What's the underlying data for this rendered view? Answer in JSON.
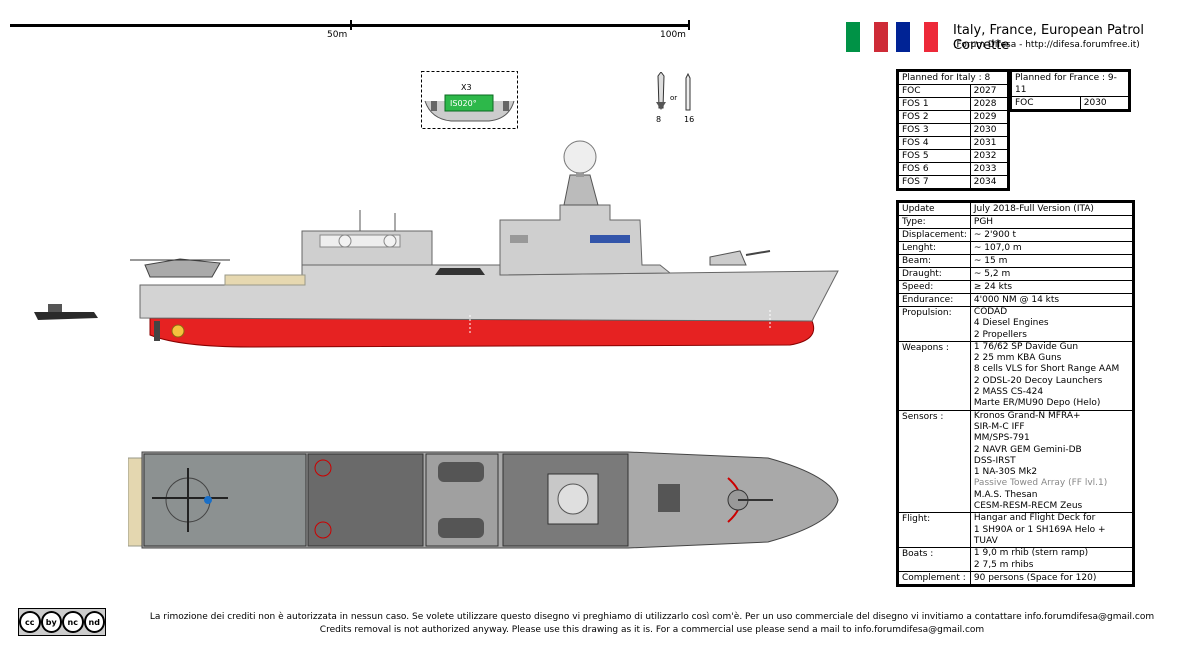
{
  "scale": {
    "mark_50": "50m",
    "mark_100": "100m"
  },
  "header": {
    "title": "Italy, France, European Patrol Corvette",
    "subtitle": "(Forum Difesa - http://difesa.forumfree.it)",
    "flag_colors": [
      "#009246",
      "#ffffff",
      "#ce2b37",
      "#002395",
      "#ffffff",
      "#ed2939"
    ]
  },
  "inset": {
    "label_x3": "X3",
    "label_box": "IS020°"
  },
  "missiles": {
    "or_label": "or",
    "count_a": "8",
    "count_b": "16"
  },
  "italy_plan": {
    "header": "Planned for Italy : 8",
    "rows": [
      {
        "ship": "FOC",
        "year": "2027"
      },
      {
        "ship": "FOS 1",
        "year": "2028"
      },
      {
        "ship": "FOS 2",
        "year": "2029"
      },
      {
        "ship": "FOS 3",
        "year": "2030"
      },
      {
        "ship": "FOS 4",
        "year": "2031"
      },
      {
        "ship": "FOS 5",
        "year": "2032"
      },
      {
        "ship": "FOS 6",
        "year": "2033"
      },
      {
        "ship": "FOS 7",
        "year": "2034"
      }
    ]
  },
  "france_plan": {
    "header": "Planned for France : 9-11",
    "rows": [
      {
        "ship": "FOC",
        "year": "2030"
      }
    ]
  },
  "specs": {
    "update_k": "Update",
    "update_v": "July 2018-Full Version (ITA)",
    "type_k": "Type:",
    "type_v": "PGH",
    "disp_k": "Displacement:",
    "disp_v": "~ 2'900 t",
    "length_k": "Lenght:",
    "length_v": "~ 107,0 m",
    "beam_k": "Beam:",
    "beam_v": "~ 15 m",
    "draught_k": "Draught:",
    "draught_v": "~ 5,2 m",
    "speed_k": "Speed:",
    "speed_v": "≥ 24 kts",
    "endurance_k": "Endurance:",
    "endurance_v": "4'000 NM @ 14 kts",
    "propulsion_k": "Propulsion:",
    "propulsion_v": [
      "CODAD",
      "4 Diesel Engines",
      "2 Propellers"
    ],
    "weapons_k": "Weapons :",
    "weapons_v": [
      "1 76/62 SP Davide Gun",
      "2 25 mm KBA Guns",
      "8 cells VLS for Short Range AAM",
      "2 ODSL-20 Decoy Launchers",
      "2 MASS CS-424",
      "Marte ER/MU90 Depo (Helo)"
    ],
    "sensors_k": "Sensors :",
    "sensors_v": [
      "Kronos Grand-N MFRA+",
      "SIR-M-C IFF",
      "MM/SPS-791",
      "2 NAVR GEM Gemini-DB",
      "DSS-IRST",
      "1 NA-30S Mk2"
    ],
    "sensors_grey": "Passive Towed Array (FF lvl.1)",
    "sensors_v2": [
      "M.A.S. Thesan",
      "CESM-RESM-RECM Zeus"
    ],
    "flight_k": "Flight:",
    "flight_v": [
      "Hangar and Flight Deck for",
      "1 SH90A or 1 SH169A Helo + TUAV"
    ],
    "boats_k": "Boats :",
    "boats_v": [
      "1 9,0 m rhib (stern ramp)",
      "2 7,5 m rhibs"
    ],
    "complement_k": "Complement :",
    "complement_v": "90 persons (Space for 120)"
  },
  "footer": {
    "line_it": "La rimozione dei crediti non è autorizzata in nessun caso. Se volete utilizzare questo disegno vi preghiamo di utilizzarlo così com'è. Per un uso commerciale del disegno vi invitiamo a contattare info.forumdifesa@gmail.com",
    "line_en": "Credits removal is not authorized anyway. Please use this drawing as it is. For a commercial use please send a mail to info.forumdifesa@gmail.com",
    "cc_labels": [
      "cc",
      "by",
      "nc",
      "nd"
    ]
  }
}
